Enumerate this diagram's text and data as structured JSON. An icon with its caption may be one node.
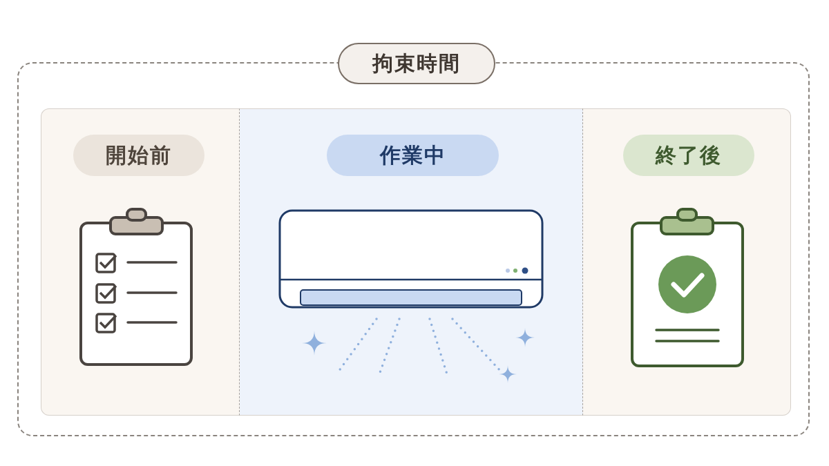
{
  "diagram": {
    "nodes": [
      {
        "text": [
          "拘束時間"
        ]
      },
      {
        "text": [
          "開始前"
        ],
        "in": 0
      },
      {
        "text": [
          "作業中"
        ],
        "in": 0
      },
      {
        "text": [
          "終了後"
        ],
        "in": 0
      }
    ]
  }
}
